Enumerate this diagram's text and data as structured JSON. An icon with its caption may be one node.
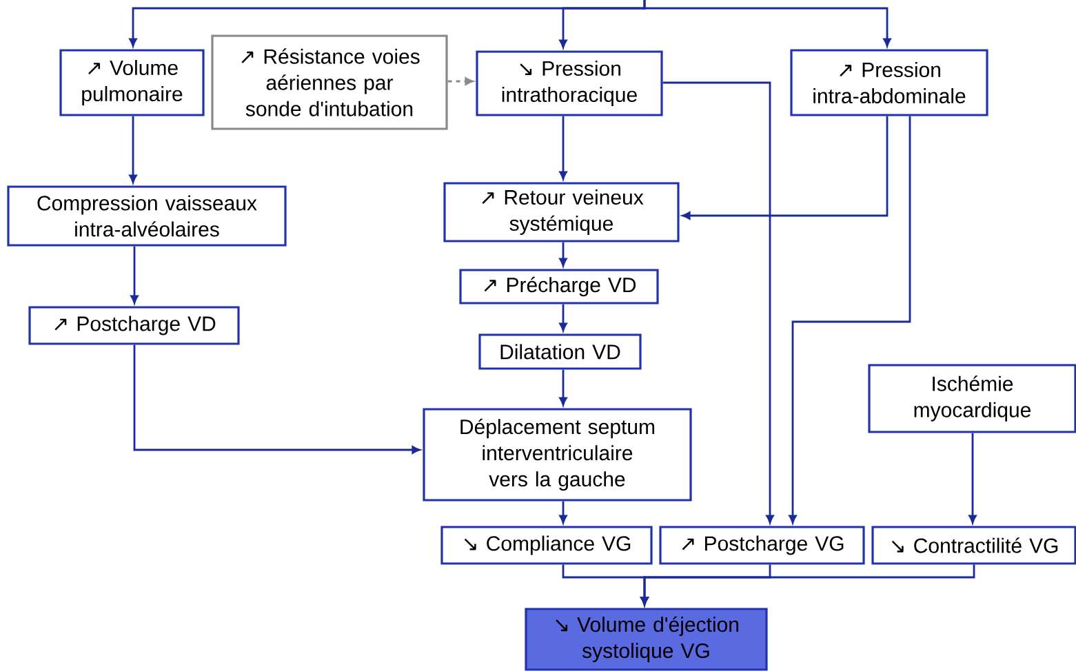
{
  "diagram": {
    "nodes": [
      {
        "text": [
          "↗ Volume pulmonaire"
        ]
      },
      {
        "text": [
          "↗ Résistance voies aériennes par sonde d'intubation"
        ]
      },
      {
        "text": [
          "↘ Pression intrathoracique"
        ]
      },
      {
        "text": [
          "↗ Pression intra-abdominale"
        ]
      },
      {
        "text": [
          "Compression vaisseaux intra-alvéolaires"
        ]
      },
      {
        "text": [
          "↗ Retour veineux systémique"
        ]
      },
      {
        "text": [
          "↗ Précharge VD"
        ]
      },
      {
        "text": [
          "↗ Postcharge VD"
        ]
      },
      {
        "text": [
          "Dilatation VD"
        ]
      },
      {
        "text": [
          "Ischémie myocardique"
        ]
      },
      {
        "text": [
          "Déplacement septum interventriculaire vers la gauche"
        ]
      },
      {
        "text": [
          "↘ Compliance VG"
        ]
      },
      {
        "text": [
          "↗ Postcharge VG"
        ]
      },
      {
        "text": [
          "↘ Contractilité VG"
        ]
      },
      {
        "text": [
          "↘ Volume d'éjection systolique VG"
        ]
      }
    ],
    "edges": [
      {
        "from": null,
        "to": 0,
        "arrow": "to"
      },
      {
        "from": null,
        "to": 2,
        "arrow": "to"
      },
      {
        "from": null,
        "to": 3,
        "arrow": "to"
      },
      {
        "from": 1,
        "to": 2,
        "arrow": "to",
        "style": "dashed",
        "color": "#8a8a8a"
      },
      {
        "from": 0,
        "to": 4,
        "arrow": "to"
      },
      {
        "from": 2,
        "to": 5,
        "arrow": "to"
      },
      {
        "from": 3,
        "to": 5,
        "arrow": "to"
      },
      {
        "from": 2,
        "to": 12,
        "arrow": "to"
      },
      {
        "from": 3,
        "to": 12,
        "arrow": "to"
      },
      {
        "from": 4,
        "to": 7,
        "arrow": "to"
      },
      {
        "from": 5,
        "to": 6,
        "arrow": "to"
      },
      {
        "from": 6,
        "to": 8,
        "arrow": "to"
      },
      {
        "from": 7,
        "to": 10,
        "arrow": "to"
      },
      {
        "from": 8,
        "to": 10,
        "arrow": "to"
      },
      {
        "from": 10,
        "to": 11,
        "arrow": "to"
      },
      {
        "from": 9,
        "to": 13,
        "arrow": "to"
      },
      {
        "from": 11,
        "to": 14,
        "arrow": "to"
      },
      {
        "from": 12,
        "to": 14,
        "arrow": "to"
      },
      {
        "from": 13,
        "to": 14,
        "arrow": "to"
      }
    ]
  }
}
